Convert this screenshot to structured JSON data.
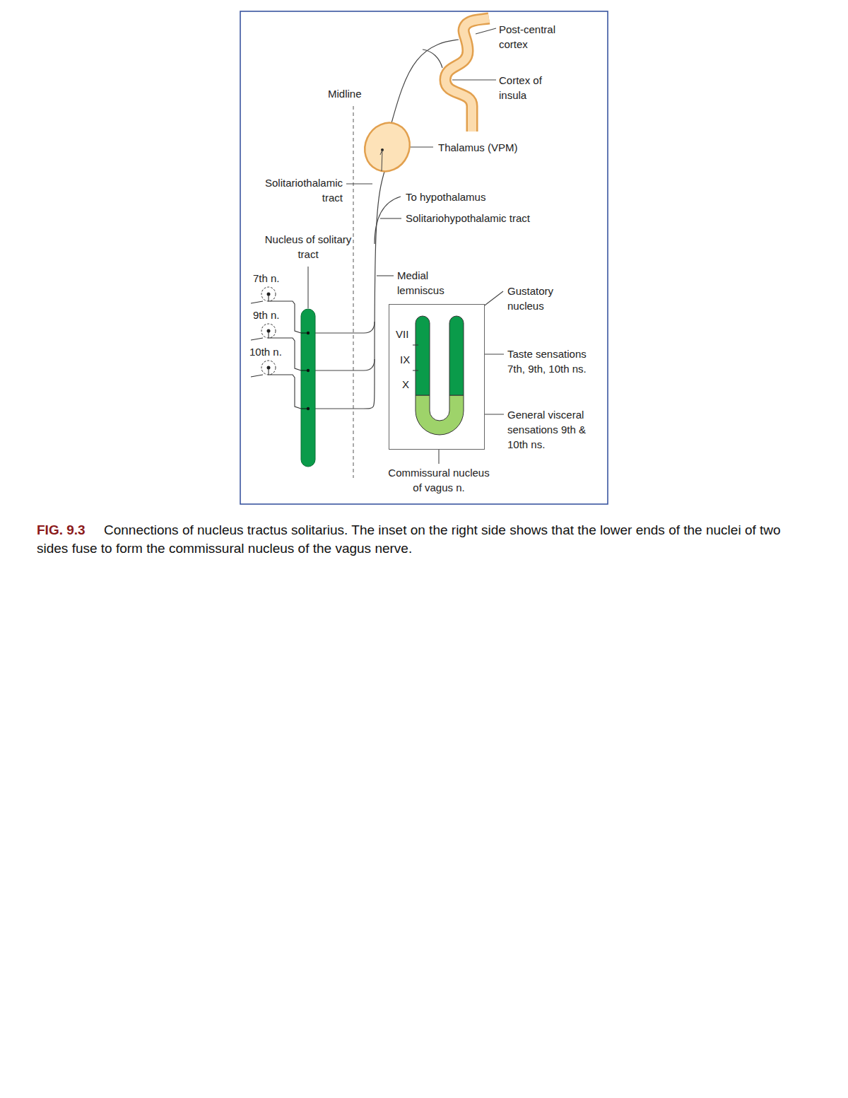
{
  "diagram": {
    "caption": "Connections of nucleus tractus solitarius. The inset on the right side shows that the lower ends of the nuclei of two sides fuse to form the commissural nucleus of the vagus nerve.",
    "nodes": [
      {
        "text": [
          "Post-central cortex",
          "Cortex of insula"
        ]
      },
      {
        "text": [
          "Thalamus (VPM)"
        ]
      },
      {
        "text": [
          "Nucleus of solitary tract"
        ]
      },
      {
        "text": [
          "VII",
          "IX",
          "X"
        ]
      }
    ],
    "edges": [
      {
        "from": 2,
        "to": 1,
        "arrow": "none"
      },
      {
        "from": 1,
        "to": 0,
        "arrow": "none"
      }
    ],
    "labels": [
      "Midline",
      "Solitariothalamic tract",
      "To hypothalamus",
      "Solitariohypothalamic tract",
      "Medial lemniscus",
      "7th n.",
      "9th n.",
      "10th n.",
      "Gustatory nucleus",
      "Taste sensations 7th, 9th, 10th ns.",
      "General visceral sensations 9th & 10th ns.",
      "Commissural nucleus of vagus n.",
      "FIG. 9.3"
    ]
  }
}
